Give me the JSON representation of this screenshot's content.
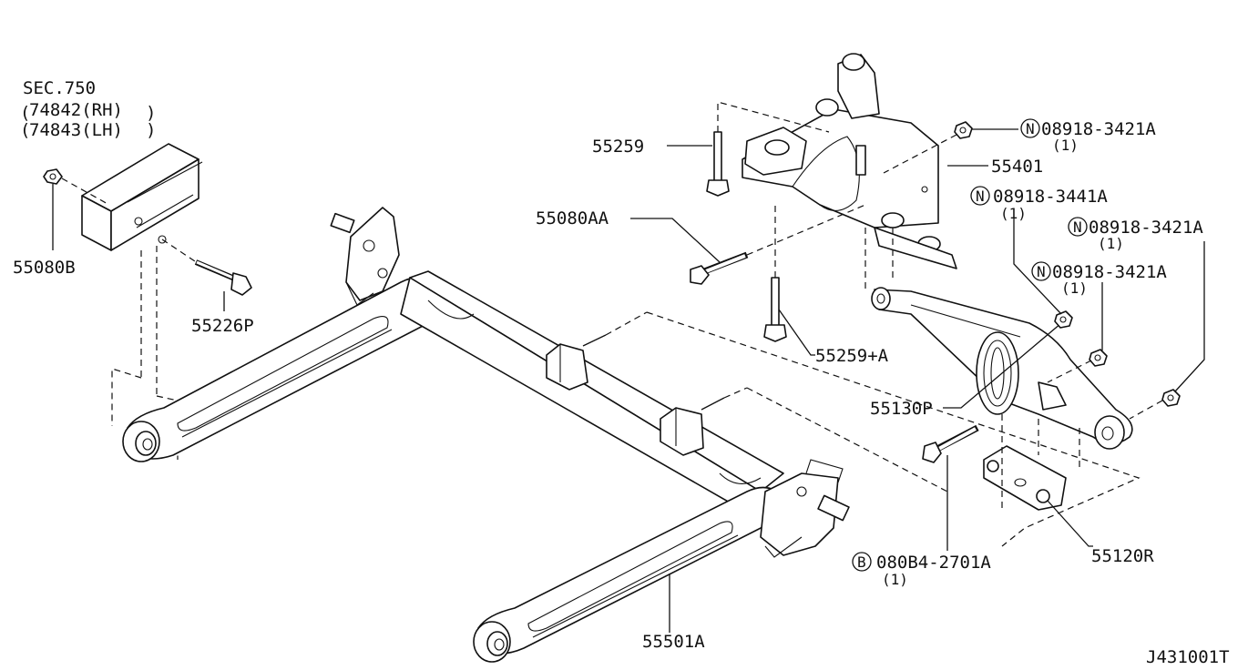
{
  "labels": {
    "sec": "SEC.750",
    "rh": "74842(RH)",
    "lh": "74843(LH)",
    "p55080B": "55080B",
    "p55226P": "55226P",
    "p55259": "55259",
    "p55080AA": "55080AA",
    "p55259A": "55259+A",
    "p55401": "55401",
    "p55130P": "55130P",
    "p55120R": "55120R",
    "p55501A": "55501A",
    "n1_code": "08918-3421A",
    "n1_qty": "(1)",
    "n2_code": "08918-3441A",
    "n2_qty": "(1)",
    "n3_code": "08918-3421A",
    "n3_qty": "(1)",
    "n4_code": "08918-3421A",
    "n4_qty": "(1)",
    "b_code": "080B4-2701A",
    "b_qty": "(1)",
    "nut_letter": "N",
    "bolt_letter": "B",
    "ref": "J431001T"
  }
}
